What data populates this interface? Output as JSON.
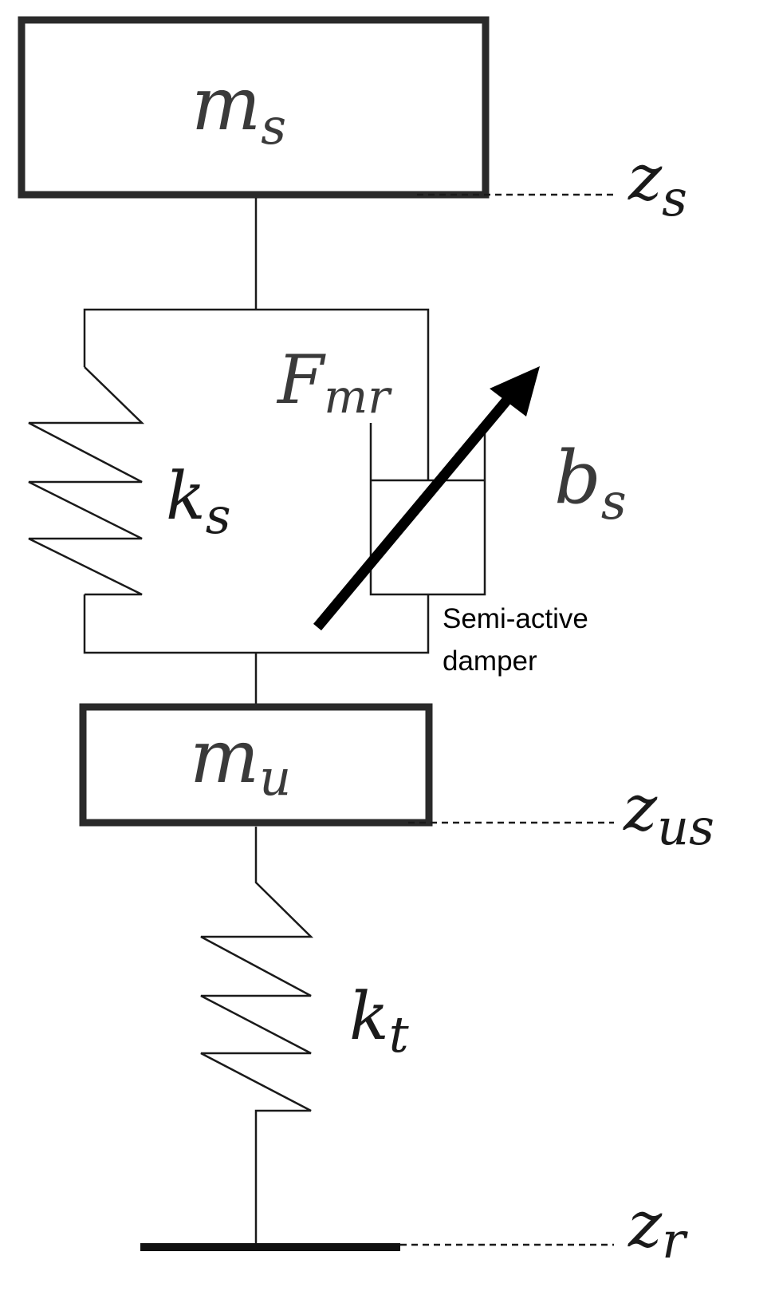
{
  "labels": {
    "sprung_mass": "m",
    "sprung_mass_sub": "s",
    "unsprung_mass": "m",
    "unsprung_mass_sub": "u",
    "sprung_disp": "z",
    "sprung_disp_sub": "s",
    "unsprung_disp": "z",
    "unsprung_disp_sub": "us",
    "road_disp": "z",
    "road_disp_sub": "r",
    "suspension_spring": "k",
    "suspension_spring_sub": "s",
    "tire_spring": "k",
    "tire_spring_sub": "t",
    "mr_force": "F",
    "mr_force_sub": "mr",
    "damping": "b",
    "damping_sub": "s",
    "damper_caption_line1": "Semi-active",
    "damper_caption_line2": "damper"
  },
  "colors": {
    "line": "#1a1a1a",
    "box": "#2a2a2a",
    "background": "#ffffff"
  }
}
